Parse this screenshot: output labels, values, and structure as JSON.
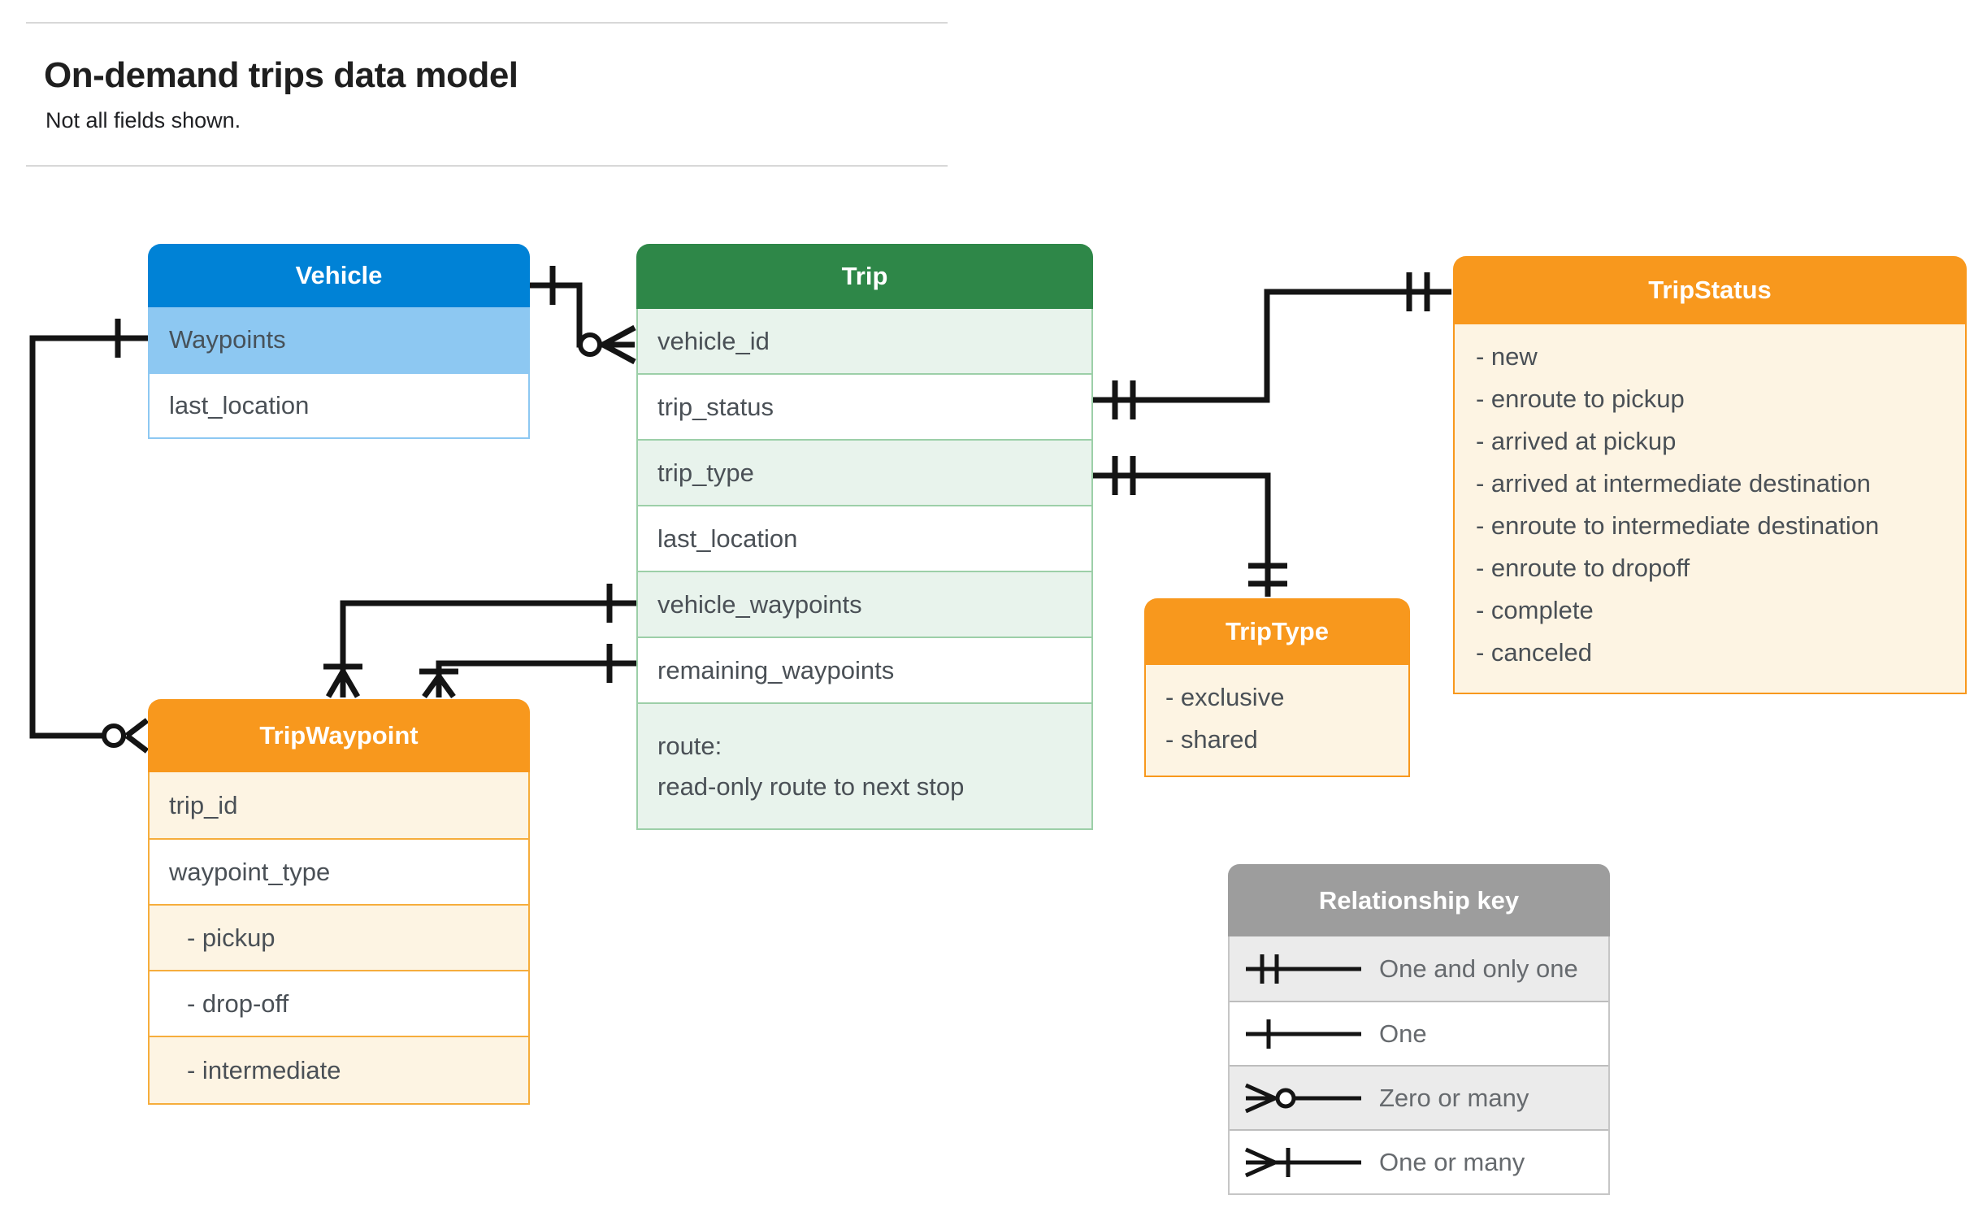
{
  "page": {
    "title": "On-demand trips data model",
    "subtitle": "Not all fields shown."
  },
  "entities": {
    "vehicle": {
      "title": "Vehicle",
      "fields": [
        "Waypoints",
        "last_location"
      ]
    },
    "trip": {
      "title": "Trip",
      "fields": [
        "vehicle_id",
        "trip_status",
        "trip_type",
        "last_location",
        "vehicle_waypoints",
        "remaining_waypoints"
      ],
      "route_field": {
        "line1": "route:",
        "line2": "read-only route to next stop"
      }
    },
    "trip_status": {
      "title": "TripStatus",
      "values": [
        "- new",
        "- enroute to pickup",
        "- arrived at pickup",
        "- arrived at intermediate destination",
        "- enroute to intermediate destination",
        "- enroute to dropoff",
        "- complete",
        "- canceled"
      ]
    },
    "trip_type": {
      "title": "TripType",
      "values": [
        "- exclusive",
        "- shared"
      ]
    },
    "trip_waypoint": {
      "title": "TripWaypoint",
      "fields": [
        "trip_id",
        "waypoint_type"
      ],
      "waypoint_values": [
        "- pickup",
        "- drop-off",
        "- intermediate"
      ]
    }
  },
  "legend": {
    "title": "Relationship key",
    "rows": [
      {
        "symbol": "one-and-only-one-icon",
        "label": "One and only one"
      },
      {
        "symbol": "one-icon",
        "label": "One"
      },
      {
        "symbol": "zero-or-many-icon",
        "label": "Zero or many"
      },
      {
        "symbol": "one-or-many-icon",
        "label": "One or many"
      }
    ]
  },
  "colors": {
    "vehicle_header": "#0082d6",
    "vehicle_row": "#8dc8f2",
    "trip_header": "#2e8748",
    "trip_row": "#e8f3ec",
    "orange_header": "#f8981d",
    "orange_row": "#fdf4e3",
    "key_header": "#9d9d9d",
    "key_row": "#ebebeb",
    "wire": "#141414"
  }
}
